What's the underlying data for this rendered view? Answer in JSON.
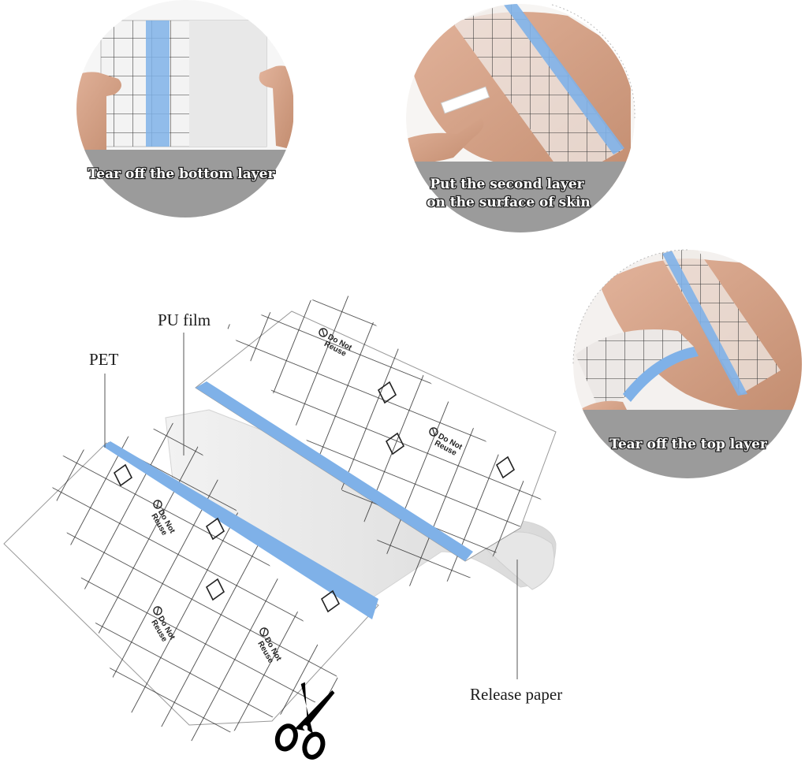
{
  "steps": [
    {
      "id": "step-1",
      "caption": "Tear off the bottom layer"
    },
    {
      "id": "step-2",
      "caption_line1": "Put the second layer",
      "caption_line2": "on the surface of skin"
    },
    {
      "id": "step-3",
      "caption": "Tear off the top layer"
    }
  ],
  "labels": {
    "pu_film": "PU film",
    "pet": "PET",
    "release_paper": "Release paper"
  },
  "film_print": {
    "line1": "Do Not",
    "line2": "Reuse"
  },
  "colors": {
    "blue_strip": "#7fb1e8",
    "skin": "#d6a187",
    "grid": "#1a1a1a",
    "caption_band": "#9b9b9b"
  },
  "icons": [
    "scissors-icon",
    "do-not-reuse-icon",
    "bandage-icon"
  ]
}
